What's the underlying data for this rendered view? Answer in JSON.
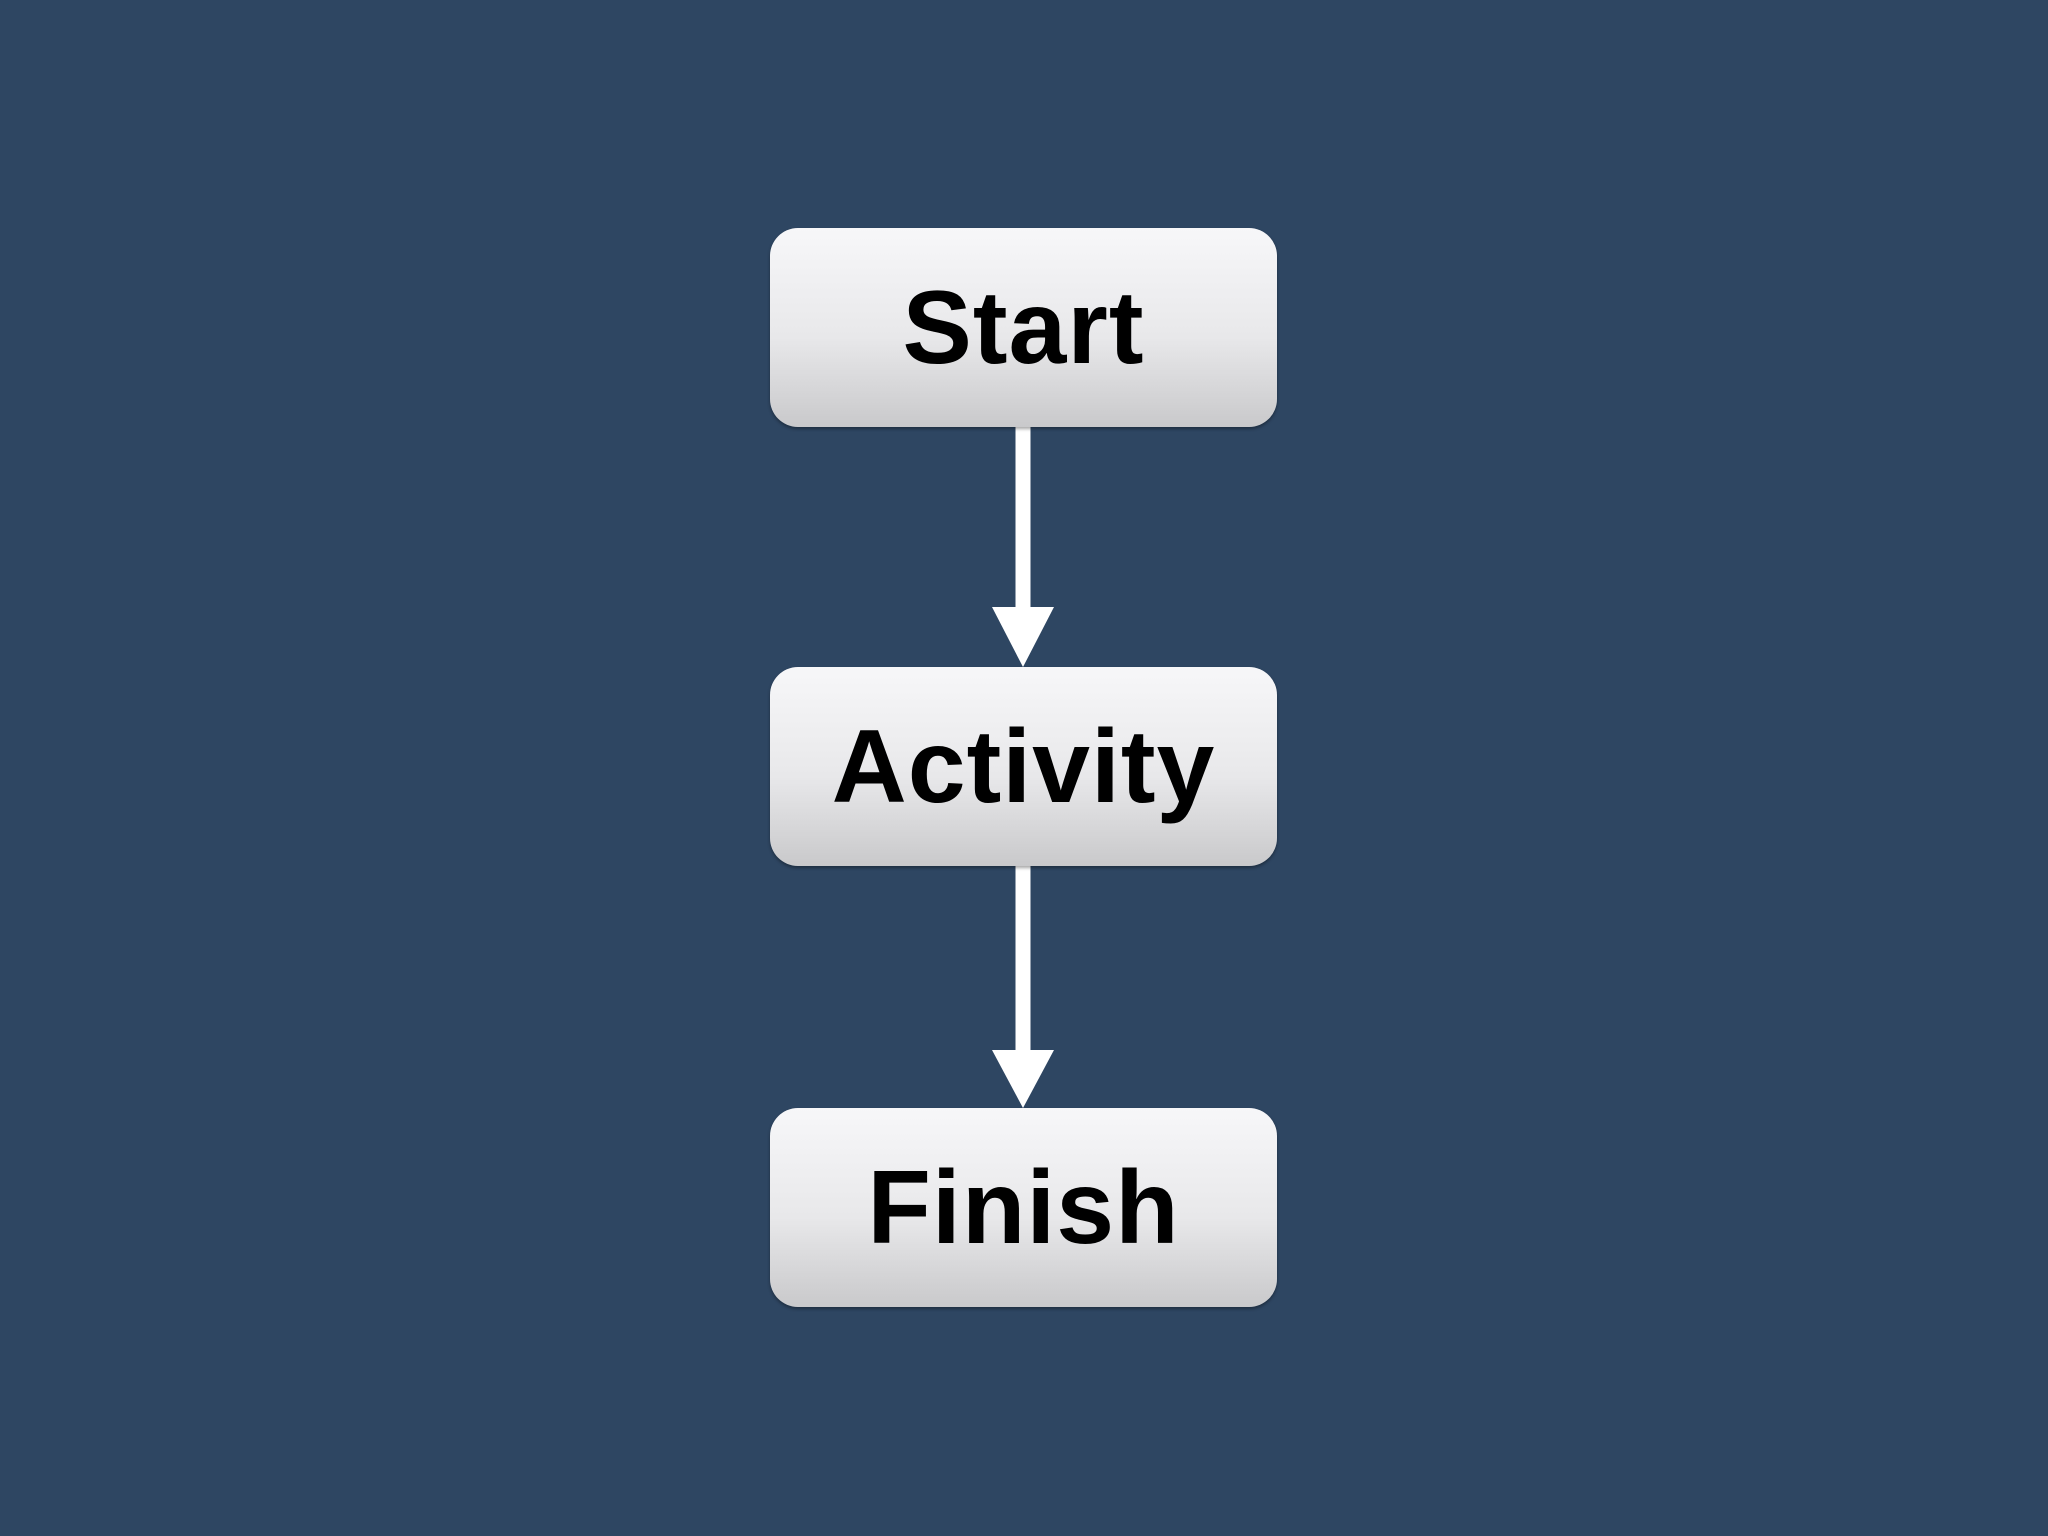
{
  "diagram": {
    "type": "flowchart",
    "direction": "top-to-bottom",
    "colors": {
      "background": "#2e4662",
      "node_fill_top": "#f7f7f9",
      "node_fill_bottom": "#c9c9cb",
      "node_text": "#000000",
      "connector": "#ffffff"
    },
    "nodes": [
      {
        "id": "start",
        "label": "Start"
      },
      {
        "id": "activity",
        "label": "Activity"
      },
      {
        "id": "finish",
        "label": "Finish"
      }
    ],
    "edges": [
      {
        "from": "start",
        "to": "activity"
      },
      {
        "from": "activity",
        "to": "finish"
      }
    ]
  }
}
